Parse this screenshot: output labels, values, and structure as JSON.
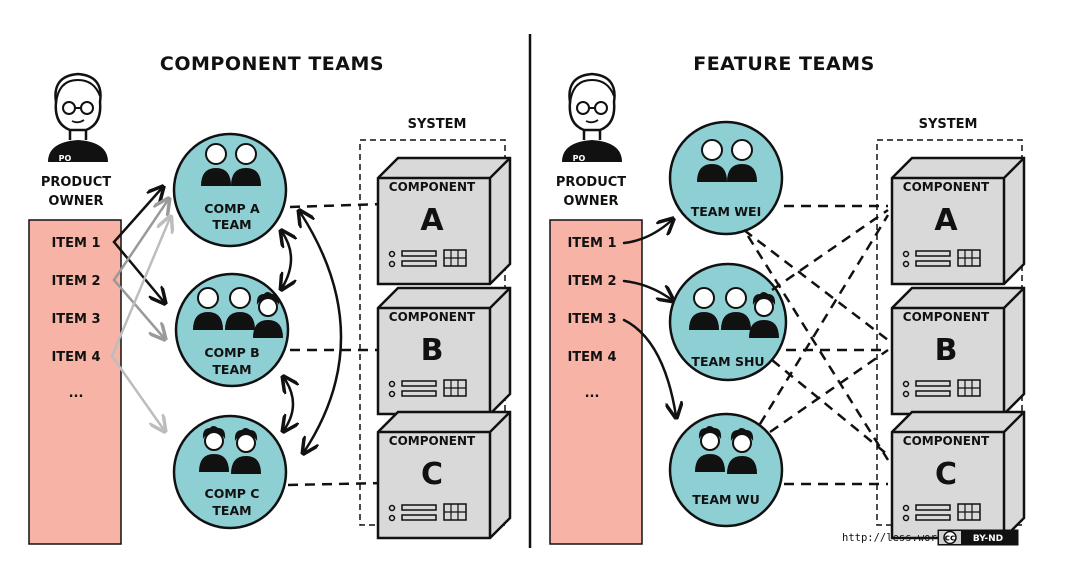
{
  "colors": {
    "team_fill": "#8ecfd3",
    "backlog_fill": "#f7b3a5",
    "component_fill": "#d9d9d9",
    "ink": "#111111",
    "gray_arrow": "#9a9a9a",
    "light_arrow": "#bdbdbd"
  },
  "left": {
    "title": "COMPONENT TEAMS",
    "product_owner": {
      "badge": "PO",
      "line1": "PRODUCT",
      "line2": "OWNER"
    },
    "backlog": [
      "ITEM 1",
      "ITEM 2",
      "ITEM 3",
      "ITEM 4",
      "..."
    ],
    "teams": [
      {
        "line1": "COMP A",
        "line2": "TEAM"
      },
      {
        "line1": "COMP B",
        "line2": "TEAM"
      },
      {
        "line1": "COMP C",
        "line2": "TEAM"
      }
    ],
    "system_label": "SYSTEM",
    "components": [
      {
        "label": "COMPONENT",
        "letter": "A"
      },
      {
        "label": "COMPONENT",
        "letter": "B"
      },
      {
        "label": "COMPONENT",
        "letter": "C"
      }
    ]
  },
  "right": {
    "title": "FEATURE TEAMS",
    "product_owner": {
      "badge": "PO",
      "line1": "PRODUCT",
      "line2": "OWNER"
    },
    "backlog": [
      "ITEM 1",
      "ITEM 2",
      "ITEM 3",
      "ITEM 4",
      "..."
    ],
    "teams": [
      {
        "line1": "TEAM WEI"
      },
      {
        "line1": "TEAM SHU"
      },
      {
        "line1": "TEAM WU"
      }
    ],
    "system_label": "SYSTEM",
    "components": [
      {
        "label": "COMPONENT",
        "letter": "A"
      },
      {
        "label": "COMPONENT",
        "letter": "B"
      },
      {
        "label": "COMPONENT",
        "letter": "C"
      }
    ]
  },
  "footer": {
    "url": "http://less.works",
    "license_cc": "cc",
    "license_text": "BY-ND"
  }
}
